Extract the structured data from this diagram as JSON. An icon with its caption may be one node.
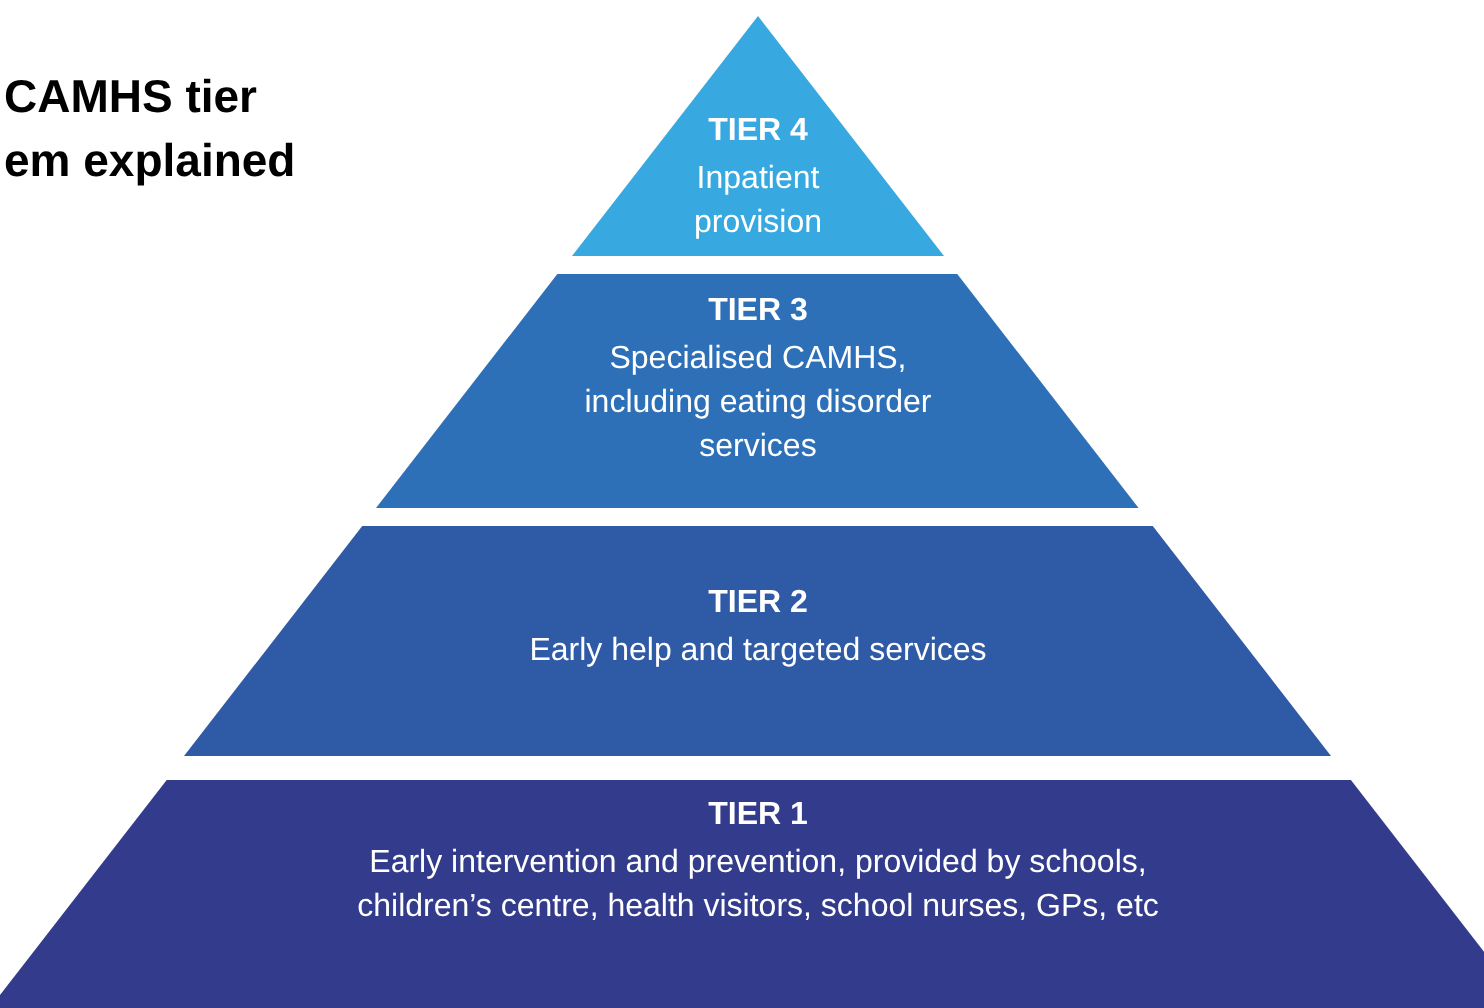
{
  "diagram": {
    "title": "CAMHS tier em explained",
    "nodes": [
      {
        "text": [
          "TIER 4",
          "Inpatient provision"
        ]
      },
      {
        "text": [
          "TIER 3",
          "Specialised CAMHS, including eating disorder services"
        ]
      },
      {
        "text": [
          "TIER 2",
          "Early help and targeted services"
        ]
      },
      {
        "text": [
          "TIER 1",
          "Early intervention and prevention, provided by schools, children’s centre, health visitors, school nurses, GPs, etc"
        ]
      }
    ]
  }
}
